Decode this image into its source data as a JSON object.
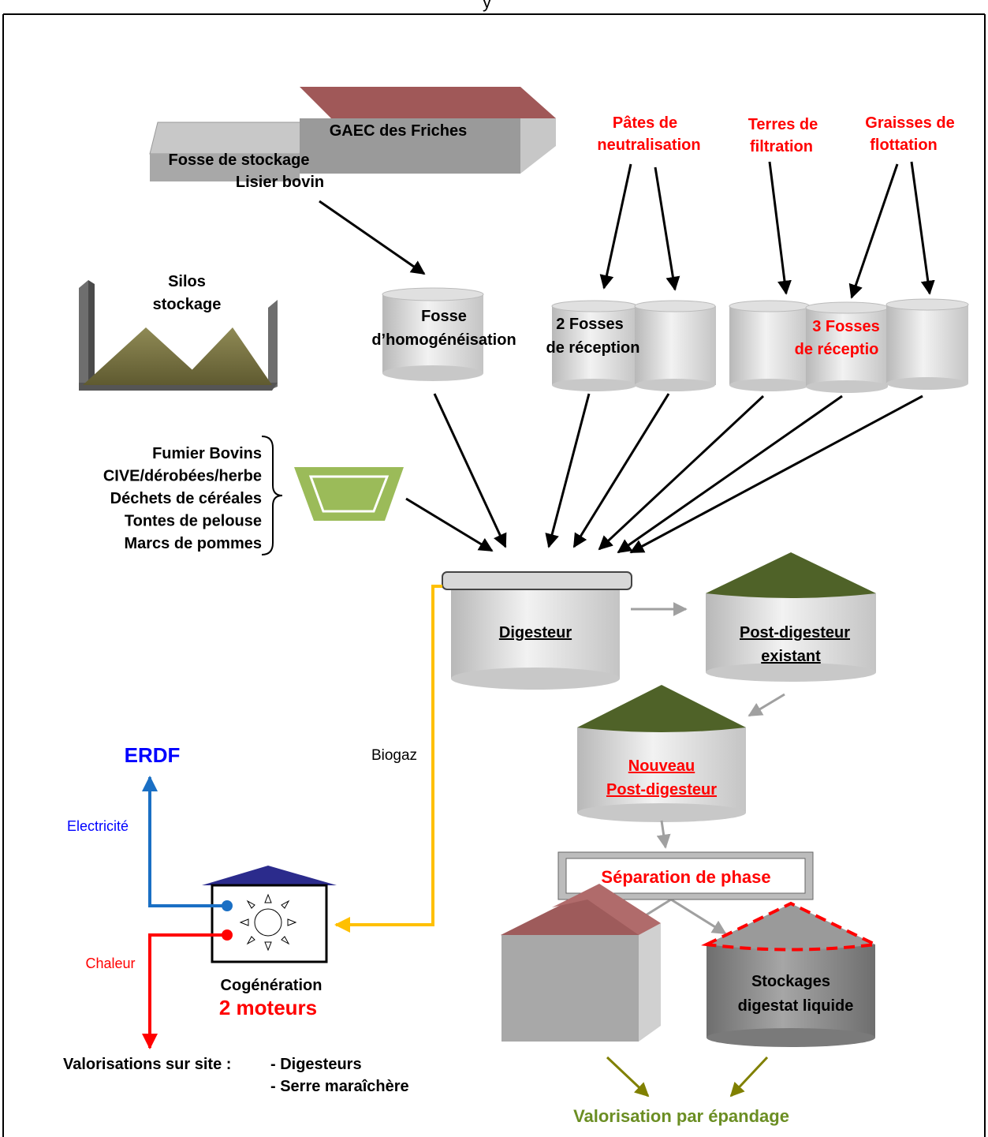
{
  "header_fragment": "y",
  "farm": {
    "building": "GAEC des Friches",
    "fosse_line1": "Fosse de stockage",
    "fosse_line2": "Lisier bovin"
  },
  "silos": {
    "line1": "Silos",
    "line2": "stockage"
  },
  "homog": {
    "line1": "Fosse",
    "line2": "d’homogénéisation"
  },
  "reception2": {
    "line1": "2 Fosses",
    "line2": "de réception"
  },
  "reception3": {
    "line1": "3 Fosses",
    "line2": "de réceptio"
  },
  "inputs": {
    "pates_line1": "Pâtes de",
    "pates_line2": "neutralisation",
    "terres_line1": "Terres de",
    "terres_line2": "filtration",
    "graisses_line1": "Graisses de",
    "graisses_line2": "flottation"
  },
  "solid_inputs": [
    "Fumier Bovins",
    "CIVE/dérobées/herbe",
    "Déchets de céréales",
    "Tontes de pelouse",
    "Marcs de pommes"
  ],
  "digesteur": "Digesteur",
  "post_existant": {
    "line1": "Post-digesteur",
    "line2": "existant"
  },
  "nouveau_post": {
    "line1": "Nouveau",
    "line2": "Post-digesteur"
  },
  "separation": "Séparation de phase",
  "stockages": {
    "line1": "Stockages",
    "line2": "digestat liquide"
  },
  "valorisation_epandage": "Valorisation par épandage",
  "biogaz": "Biogaz",
  "erdf": "ERDF",
  "electricite": "Electricité",
  "chaleur": "Chaleur",
  "cogeneration": {
    "line1": "Cogénération",
    "line2": "2 moteurs"
  },
  "valorisation_site": {
    "label": "Valorisations sur site :",
    "item1": "- Digesteurs",
    "item2": "- Serre maraîchère"
  },
  "colors": {
    "red": "#ff0000",
    "blue": "#0000ff",
    "green": "#6b8e23",
    "olive": "#808000",
    "yellow": "#ffc000",
    "roof_green": "#556b2f",
    "roof_red": "#a05050"
  }
}
